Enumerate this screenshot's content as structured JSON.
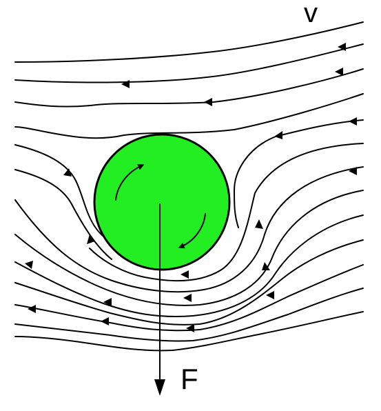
{
  "labels": {
    "velocity": "v",
    "force": "F"
  },
  "colors": {
    "ball_fill": "#22ee22",
    "ball_stroke": "#000000",
    "line": "#000000",
    "background": "#ffffff"
  },
  "flow_direction": "right-to-left",
  "rotation": "clockwise"
}
